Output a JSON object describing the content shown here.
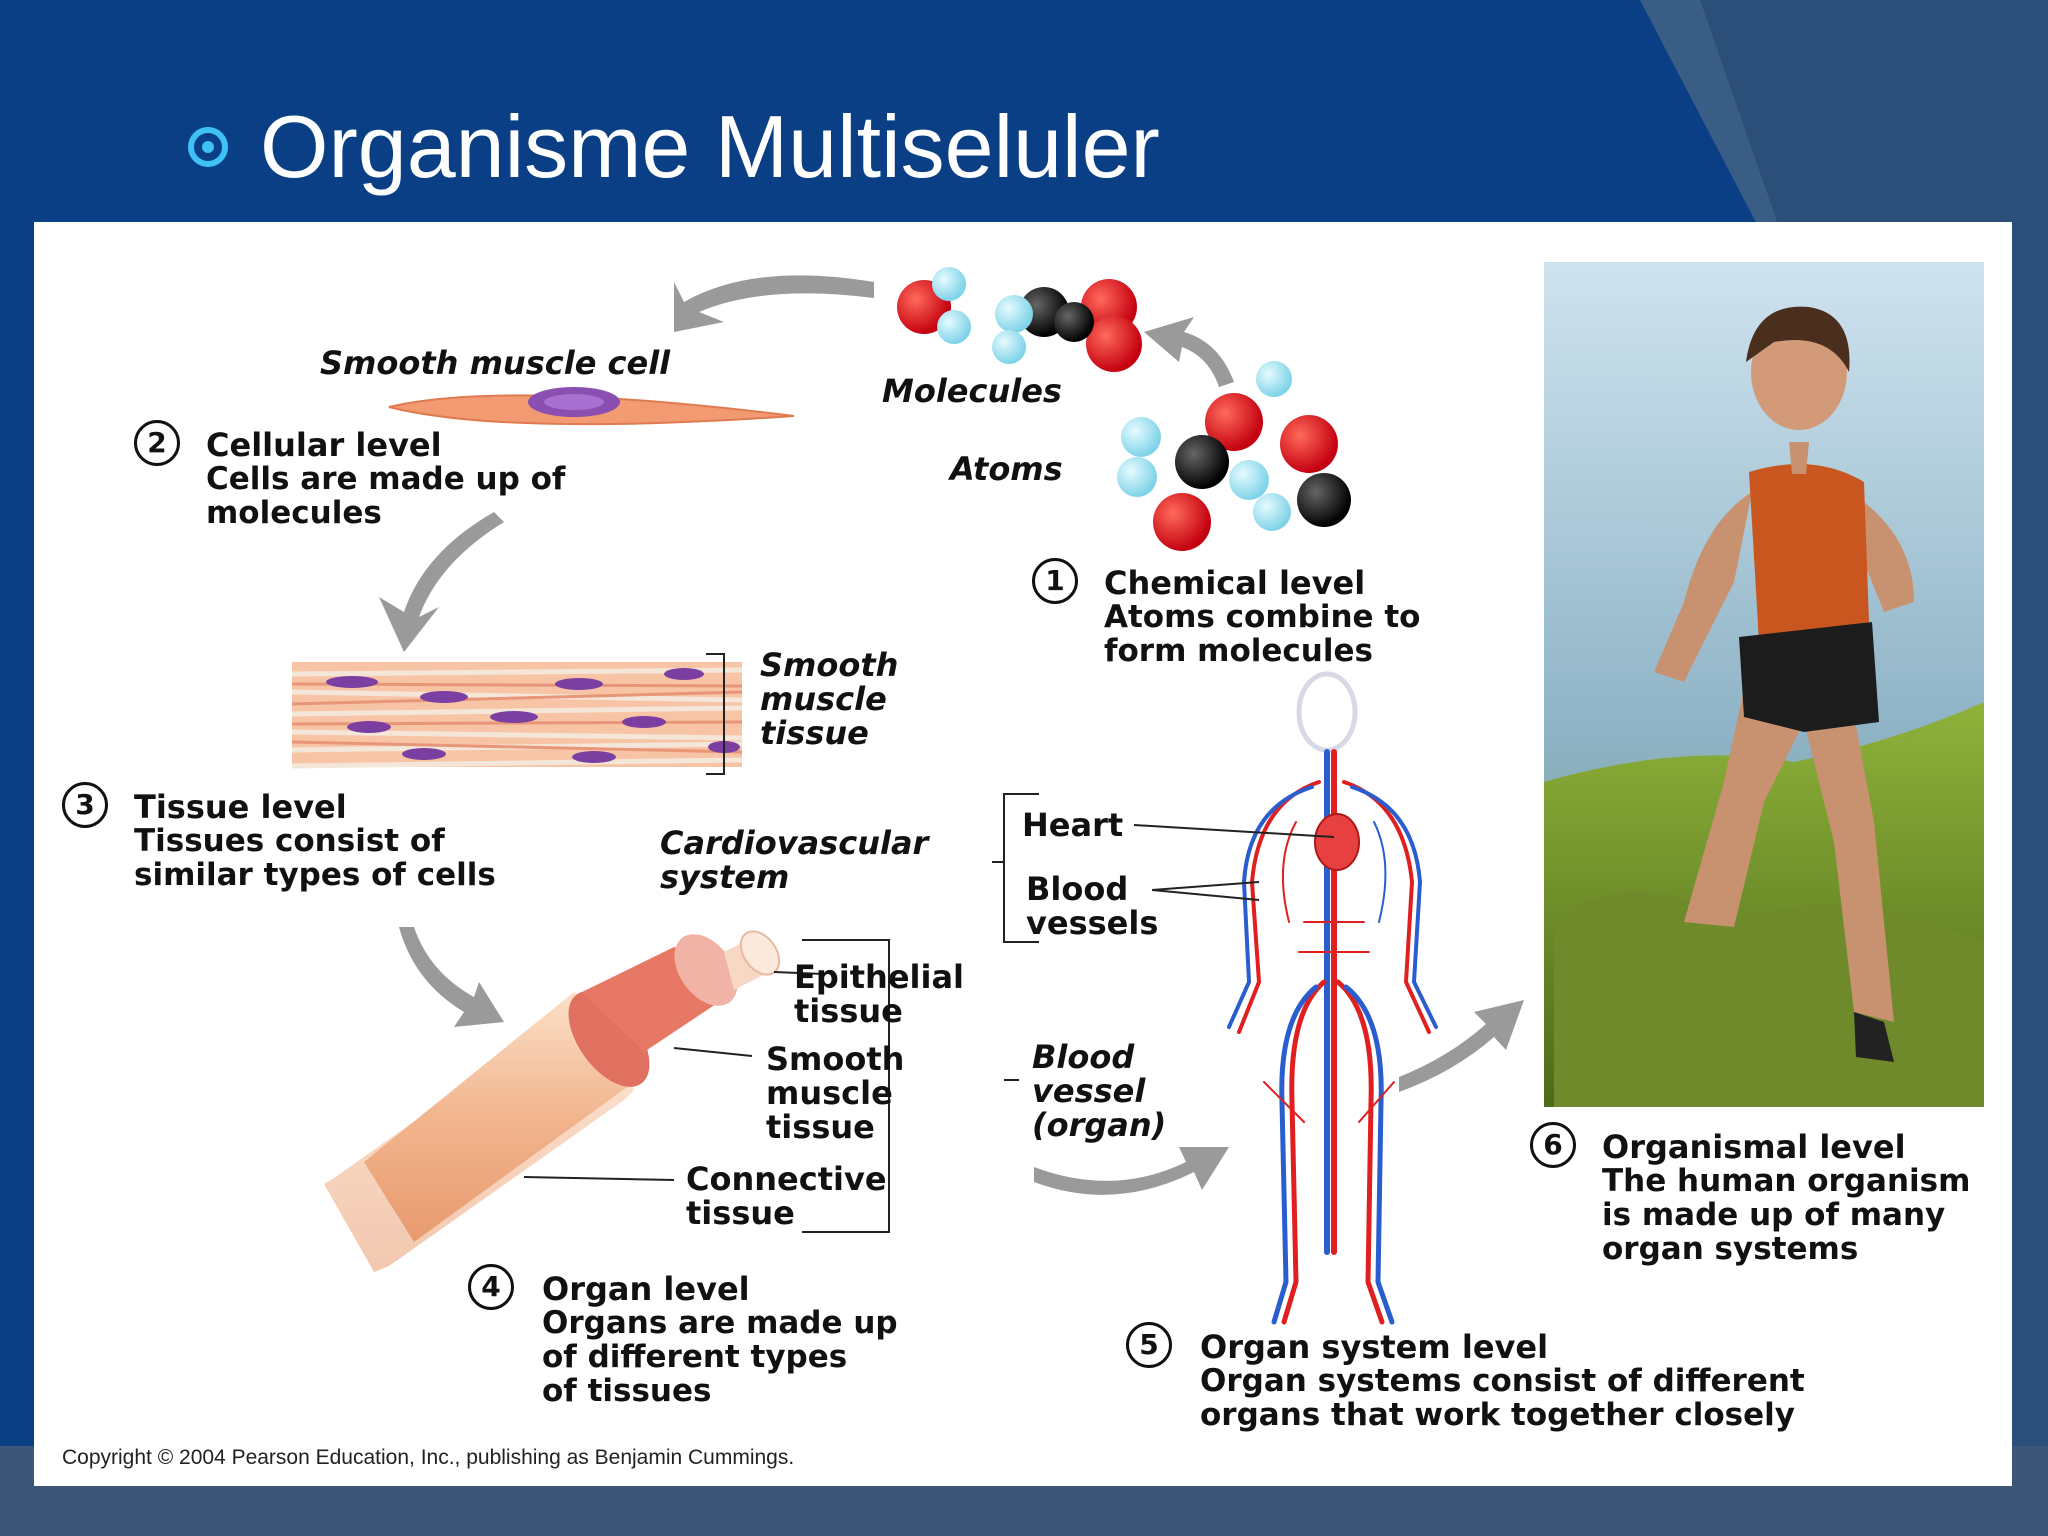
{
  "slide": {
    "title": "Organisme Multiseluler",
    "colors": {
      "background": "#0a3f86",
      "accent": "#3fc1f5",
      "title": "#ffffff",
      "panel": "#ffffff"
    }
  },
  "diagram": {
    "levels": [
      {
        "number": "1",
        "title": "Chemical level",
        "description": [
          "Atoms combine to",
          "form molecules"
        ]
      },
      {
        "number": "2",
        "title": "Cellular level",
        "description": [
          "Cells are made up of",
          "molecules"
        ]
      },
      {
        "number": "3",
        "title": "Tissue level",
        "description": [
          "Tissues consist of",
          "similar types of cells"
        ]
      },
      {
        "number": "4",
        "title": "Organ level",
        "description": [
          "Organs are made up",
          "of different types",
          "of tissues"
        ]
      },
      {
        "number": "5",
        "title": "Organ system level",
        "description": [
          "Organ systems consist of different",
          "organs that work together closely"
        ]
      },
      {
        "number": "6",
        "title": "Organismal level",
        "description": [
          "The human organism",
          "is made up of many",
          "organ systems"
        ]
      }
    ],
    "labels": {
      "smooth_muscle_cell": "Smooth muscle cell",
      "molecules": "Molecules",
      "atoms": "Atoms",
      "smooth_muscle_tissue": [
        "Smooth",
        "muscle",
        "tissue"
      ],
      "cardiovascular_system": [
        "Cardiovascular",
        "system"
      ],
      "heart": "Heart",
      "blood_vessels": [
        "Blood",
        "vessels"
      ],
      "epithelial_tissue": [
        "Epithelial",
        "tissue"
      ],
      "smooth_muscle_tissue_organ": [
        "Smooth",
        "muscle",
        "tissue"
      ],
      "connective_tissue": [
        "Connective",
        "tissue"
      ],
      "blood_vessel_organ": [
        "Blood",
        "vessel",
        "(organ)"
      ]
    },
    "copyright": "Copyright © 2004 Pearson Education, Inc., publishing as Benjamin Cummings."
  }
}
